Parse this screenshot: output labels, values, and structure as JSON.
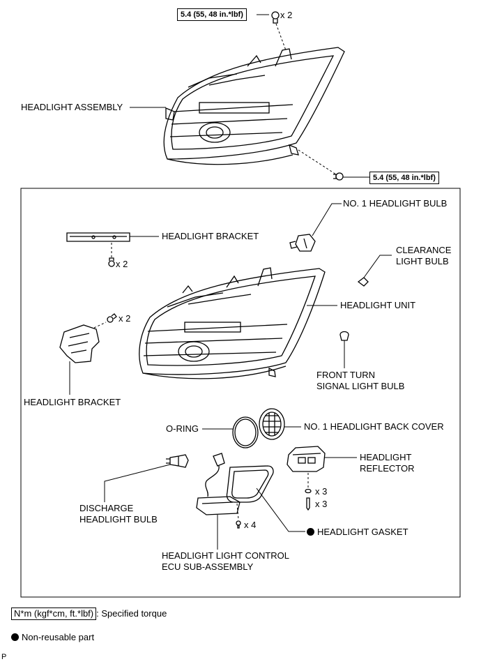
{
  "torque_top": "5.4 (55, 48 in.*lbf)",
  "torque_right": "5.4 (55, 48 in.*lbf)",
  "qty_top_bolt": "x 2",
  "qty_bracket_top": "x 2",
  "qty_bracket_left": "x 2",
  "qty_reflector_washer": "x 3",
  "qty_reflector_screw": "x 3",
  "qty_ecu_screw": "x 4",
  "labels": {
    "headlight_assembly": "HEADLIGHT ASSEMBLY",
    "no1_headlight_bulb": "NO. 1 HEADLIGHT BULB",
    "headlight_bracket_top": "HEADLIGHT BRACKET",
    "clearance_line1": "CLEARANCE",
    "clearance_line2": "LIGHT BULB",
    "headlight_unit": "HEADLIGHT UNIT",
    "headlight_bracket_left": "HEADLIGHT BRACKET",
    "front_turn_line1": "FRONT TURN",
    "front_turn_line2": "SIGNAL LIGHT BULB",
    "o_ring": "O-RING",
    "back_cover": "NO. 1 HEADLIGHT BACK COVER",
    "reflector_line1": "HEADLIGHT",
    "reflector_line2": "REFLECTOR",
    "discharge_line1": "DISCHARGE",
    "discharge_line2": "HEADLIGHT BULB",
    "gasket": "HEADLIGHT GASKET",
    "ecu_line1": "HEADLIGHT LIGHT CONTROL",
    "ecu_line2": "ECU SUB-ASSEMBLY"
  },
  "legend": {
    "torque_unit": "N*m (kgf*cm, ft.*lbf)",
    "torque_desc": ": Specified torque",
    "nonreusable": "Non-reusable part"
  },
  "figure_code": "P"
}
